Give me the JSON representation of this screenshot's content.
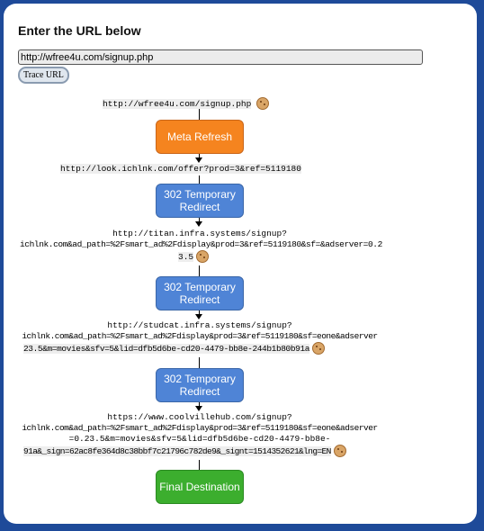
{
  "header": {
    "title": "Enter the URL below"
  },
  "url_input": {
    "value": "http://wfree4u.com/signup.php"
  },
  "trace_button": {
    "label": "Trace URL"
  },
  "chain": {
    "url1": "http://wfree4u.com/signup.php",
    "node1": "Meta Refresh",
    "url2": "http://look.ichlnk.com/offer?prod=3&ref=5119180",
    "node2": "302 Temporary Redirect",
    "url3": {
      "line1": "http://titan.infra.systems/signup?",
      "line2": "ichlnk.com&ad_path=%2Fsmart_ad%2Fdisplay&prod=3&ref=5119180&sf=&adserver=0.2",
      "line3": "3.5"
    },
    "node3": "302 Temporary Redirect",
    "url4": {
      "line1": "http://studcat.infra.systems/signup?",
      "line2": "ichlnk.com&ad_path=%2Fsmart_ad%2Fdisplay&prod=3&ref=5119180&sf=eone&adserver",
      "line3": "23.5&m=movies&sfv=5&lid=dfb5d6be-cd20-4479-bb8e-244b1b80b91a"
    },
    "node4": "302 Temporary Redirect",
    "url5": {
      "line1": "https://www.coolvillehub.com/signup?",
      "line2": "ichlnk.com&ad_path=%2Fsmart_ad%2Fdisplay&prod=3&ref=5119180&sf=eone&adserver",
      "line3": "=0.23.5&m=movies&sfv=5&lid=dfb5d6be-cd20-4479-bb8e-",
      "line4": "91a&_sign=62ac8fe364d8c38bbf7c21796c782de9&_signt=1514352621&lng=EN"
    },
    "node5": "Final Destination"
  }
}
